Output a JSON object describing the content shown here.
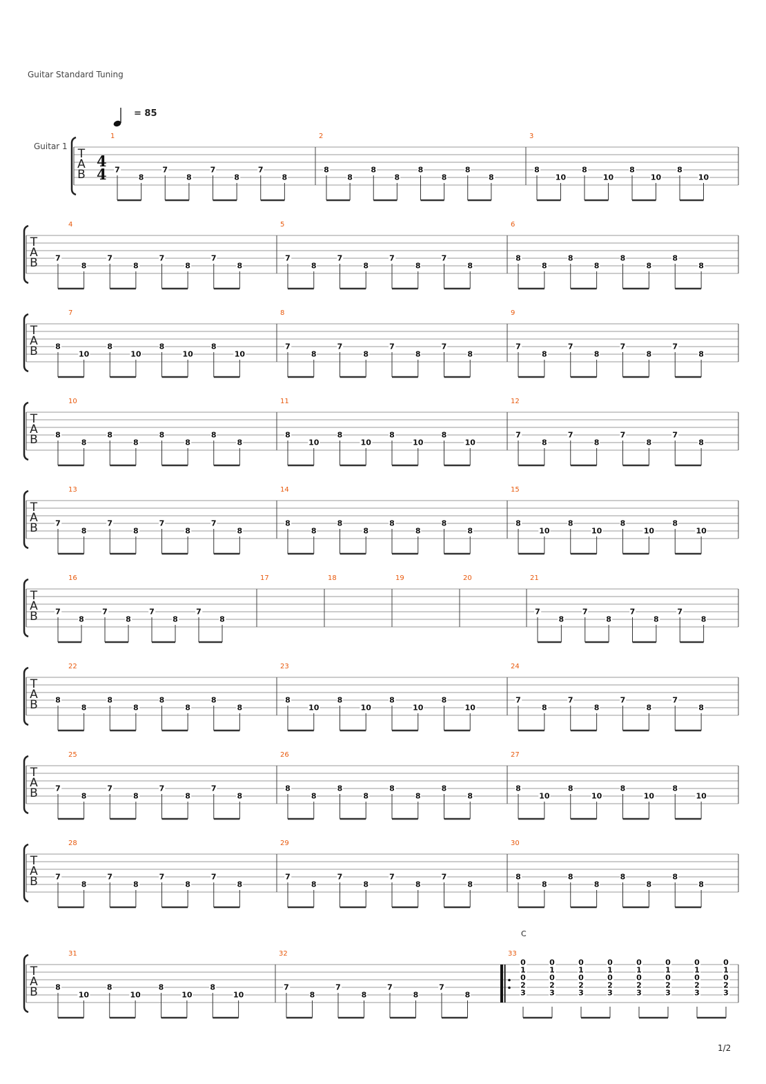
{
  "header": {
    "tuning": "Guitar Standard Tuning",
    "tempo": "= 85",
    "instrument": "Guitar 1",
    "time_signature": {
      "num": "4",
      "den": "4"
    },
    "clef": [
      "T",
      "A",
      "B"
    ]
  },
  "chord_label": "C",
  "page_number": "1/2",
  "systems": [
    {
      "measures": [
        {
          "n": "1",
          "pattern": "7-8"
        },
        {
          "n": "2",
          "pattern": "8-8"
        },
        {
          "n": "3",
          "pattern": "8-10"
        }
      ]
    },
    {
      "measures": [
        {
          "n": "4",
          "pattern": "7-8"
        },
        {
          "n": "5",
          "pattern": "7-8"
        },
        {
          "n": "6",
          "pattern": "8-8"
        }
      ]
    },
    {
      "measures": [
        {
          "n": "7",
          "pattern": "8-10"
        },
        {
          "n": "8",
          "pattern": "7-8"
        },
        {
          "n": "9",
          "pattern": "7-8"
        }
      ]
    },
    {
      "measures": [
        {
          "n": "10",
          "pattern": "8-8"
        },
        {
          "n": "11",
          "pattern": "8-10"
        },
        {
          "n": "12",
          "pattern": "7-8"
        }
      ]
    },
    {
      "measures": [
        {
          "n": "13",
          "pattern": "7-8"
        },
        {
          "n": "14",
          "pattern": "8-8"
        },
        {
          "n": "15",
          "pattern": "8-10"
        }
      ]
    },
    {
      "measures": [
        {
          "n": "16",
          "pattern": "7-8"
        },
        {
          "n": "17",
          "pattern": "rest"
        },
        {
          "n": "18",
          "pattern": "rest"
        },
        {
          "n": "19",
          "pattern": "rest"
        },
        {
          "n": "20",
          "pattern": "rest"
        },
        {
          "n": "21",
          "pattern": "7-8"
        }
      ]
    },
    {
      "measures": [
        {
          "n": "22",
          "pattern": "8-8"
        },
        {
          "n": "23",
          "pattern": "8-10"
        },
        {
          "n": "24",
          "pattern": "7-8"
        }
      ]
    },
    {
      "measures": [
        {
          "n": "25",
          "pattern": "7-8"
        },
        {
          "n": "26",
          "pattern": "8-8"
        },
        {
          "n": "27",
          "pattern": "8-10"
        }
      ]
    },
    {
      "measures": [
        {
          "n": "28",
          "pattern": "7-8"
        },
        {
          "n": "29",
          "pattern": "7-8"
        },
        {
          "n": "30",
          "pattern": "8-8"
        }
      ]
    },
    {
      "measures": [
        {
          "n": "31",
          "pattern": "8-10"
        },
        {
          "n": "32",
          "pattern": "7-8"
        },
        {
          "n": "33",
          "pattern": "chord",
          "repeat_start": true,
          "chord_frets": [
            "0",
            "1",
            "0",
            "2",
            "3"
          ]
        }
      ]
    }
  ]
}
